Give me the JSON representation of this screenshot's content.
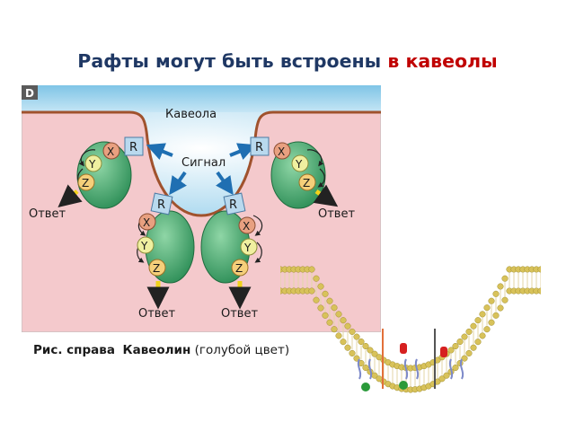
{
  "title": {
    "main": "Рафты могут быть встроены",
    "accent": "в кавеолы"
  },
  "figure_d": {
    "panel_letter": "D",
    "caveola_label": "Кавеола",
    "signal_label": "Сигнал",
    "receptor_label": "R",
    "protein_labels": [
      "X",
      "Y",
      "Z"
    ],
    "response_label": "Ответ",
    "colors": {
      "extracellular": "#9fd3ec",
      "cytoplasm": "#f3c6c9",
      "membrane": "#a0522d",
      "complex": "#3aa56b",
      "arrow": "#1f6fb2",
      "response_arrow": "#f2d21b"
    }
  },
  "caption": {
    "bold": "Рис. справа",
    "name": "Кавеолин",
    "note": "(голубой цвет)"
  },
  "membrane_figure": {
    "colors": {
      "lipid_head": "#d8c25a",
      "caveolin": "#7c89c9",
      "marker_red": "#d62020",
      "marker_green": "#2a9a3a"
    }
  }
}
